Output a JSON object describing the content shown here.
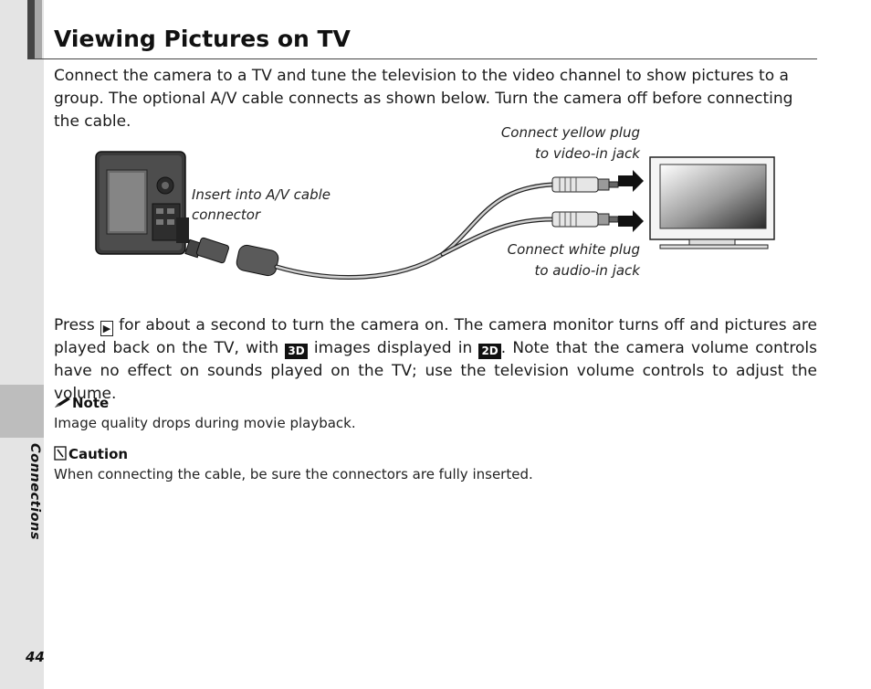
{
  "page": {
    "title": "Viewing Pictures on TV",
    "section_tab": "Connections",
    "page_number": "44"
  },
  "intro": "Connect the camera to a TV and tune the television to the video channel to show pictures to a group. The optional A/V cable connects as shown below. Turn the camera off before connecting the cable.",
  "diagram": {
    "caption_insert_line1": "Insert into A/V cable",
    "caption_insert_line2": "connector",
    "caption_yellow_line1": "Connect yellow plug",
    "caption_yellow_line2": "to video-in jack",
    "caption_white_line1": "Connect white plug",
    "caption_white_line2": "to audio-in jack"
  },
  "playback": {
    "part1": "Press ",
    "play_glyph": "▶",
    "part2": " for about a second to turn the camera on. The camera monitor turns off and pictures are played back on the TV, with ",
    "badge_3d": "3D",
    "part3": " images displayed in ",
    "badge_2d": "2D",
    "part4": ". Note that the camera volume controls have no effect on sounds played on the TV; use the television volume controls to adjust the volume."
  },
  "note": {
    "label": "Note",
    "text": "Image quality drops during movie playback."
  },
  "caution": {
    "label": "Caution",
    "text": "When connecting the cable, be sure the connectors are fully inserted."
  }
}
